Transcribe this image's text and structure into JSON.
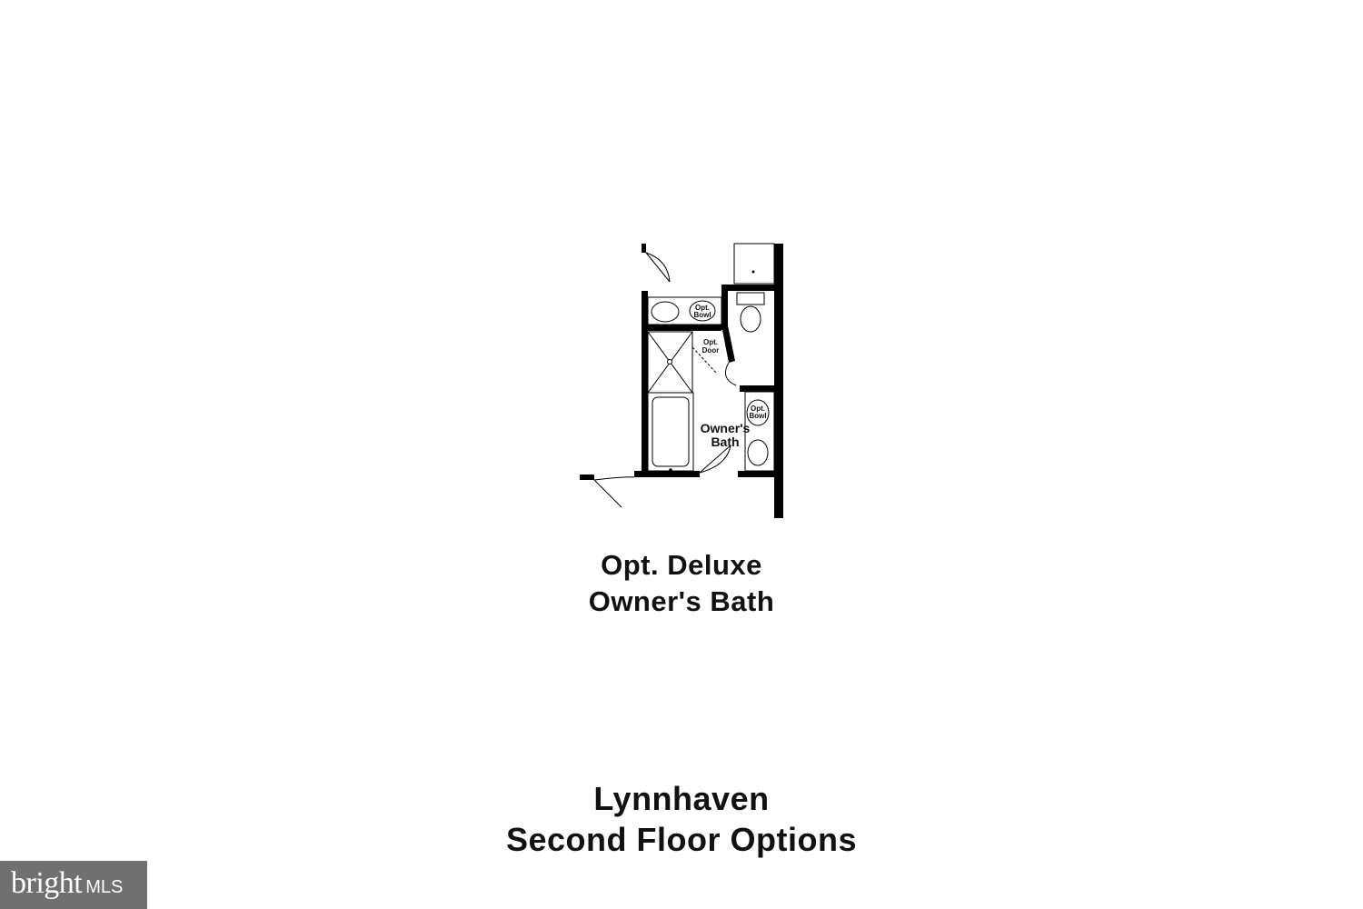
{
  "plan_labels": {
    "opt_bowl_top": [
      "Opt.",
      "Bowl"
    ],
    "opt_door": [
      "Opt.",
      "Door"
    ],
    "opt_bowl_right": [
      "Opt.",
      "Bowl"
    ],
    "room_name": [
      "Owner's",
      "Bath"
    ]
  },
  "option_caption": {
    "line1": "Opt. Deluxe",
    "line2": "Owner's Bath"
  },
  "plan_caption": {
    "line1": "Lynnhaven",
    "line2": "Second Floor Options"
  },
  "watermark": {
    "brand": "bright",
    "suffix": "MLS"
  }
}
